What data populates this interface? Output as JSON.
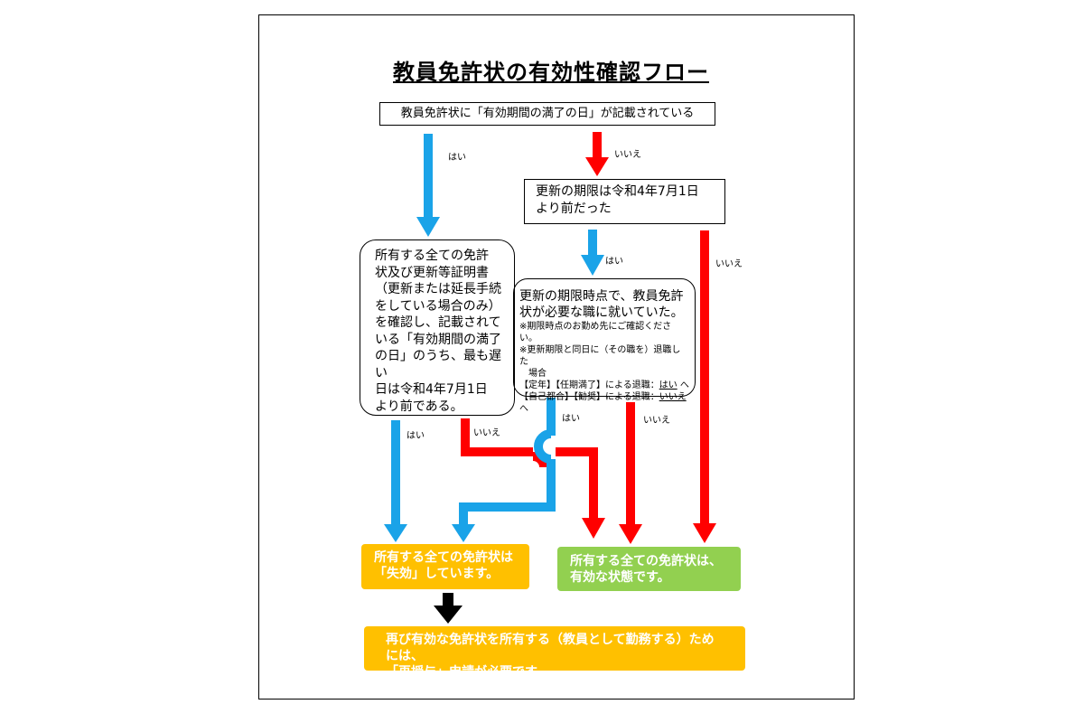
{
  "title": "教員免許状の有効性確認フロー",
  "q1": "教員免許状に「有効期間の満了の日」が記載されている",
  "q2": [
    "更新の期限は令和4年7月1日",
    "より前だった"
  ],
  "q3": [
    "所有する全ての免許",
    "状及び更新等証明書",
    "（更新または延長手続",
    "をしている場合のみ）",
    "を確認し、記載されて",
    "いる「有効期間の満了",
    "の日」のうち、最も遅い",
    "日は令和4年7月1日",
    "より前である。"
  ],
  "q4": {
    "main": [
      "更新の期限時点で、教員免許",
      "状が必要な職に就いていた。"
    ],
    "note1": "※期限時点のお勤め先にご確認ください。",
    "note2a": "※更新期限と同日に（その職を）退職した",
    "note2b": "場合",
    "note3_pre": "【定年】【任期満了】による退職：",
    "note3_ans": "はい",
    "note3_post": " へ",
    "note4_pre": "【自己都合】【勧奨】による退職：",
    "note4_ans": "いいえ",
    "note4_post": " へ"
  },
  "result_invalid": [
    "所有する全ての免許状は",
    "「失効」しています。"
  ],
  "result_valid": [
    "所有する全ての免許状は、",
    "有効な状態です。"
  ],
  "result_regrant": [
    "再び有効な免許状を所有する（教員として勤務する）ためには、",
    "「再授与」申請が必要です。"
  ],
  "labels": {
    "yes": "はい",
    "no": "いいえ"
  },
  "colors": {
    "yes_arrow": "#1aa3e8",
    "no_arrow": "#ff0000",
    "invalid_box": "#ffc000",
    "valid_box": "#92d050",
    "next_arrow": "#000000"
  }
}
